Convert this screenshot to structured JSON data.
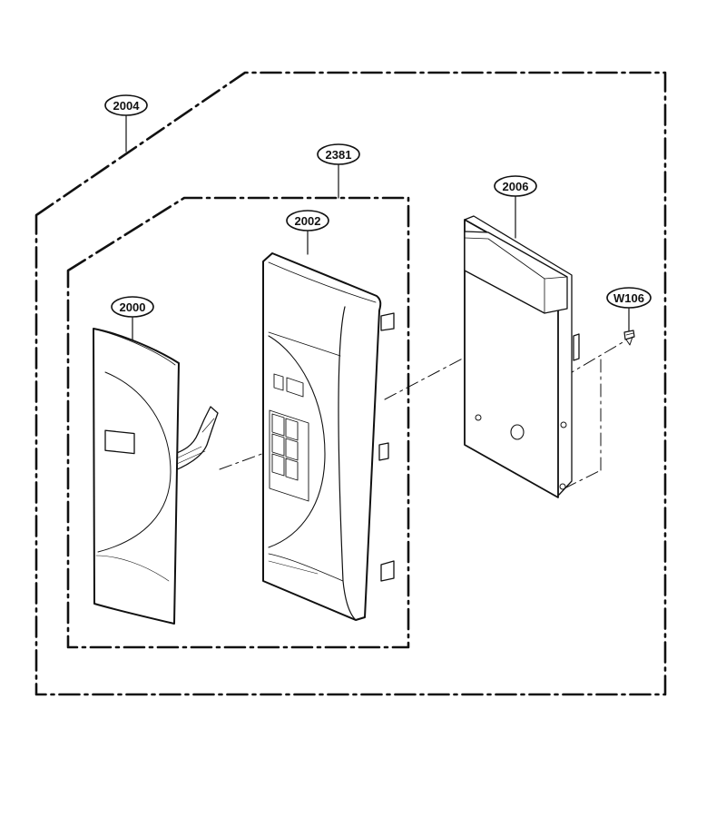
{
  "diagram": {
    "callouts": {
      "assembly_outer": "2004",
      "assembly_inner": "2381",
      "control_panel_frame": "2002",
      "touch_keypad": "2000",
      "pcb_board": "2006",
      "screw": "W106"
    }
  }
}
